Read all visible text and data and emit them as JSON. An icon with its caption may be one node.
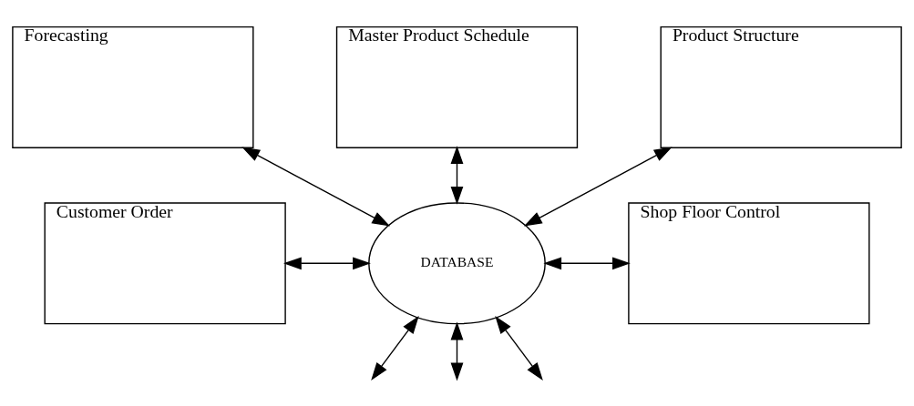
{
  "diagram": {
    "nodes": [
      {
        "text": [
          "Forecasting"
        ]
      },
      {
        "text": [
          "Master Product Schedule"
        ]
      },
      {
        "text": [
          "Product Structure"
        ]
      },
      {
        "text": [
          "Customer Order"
        ]
      },
      {
        "text": [
          "DATABASE"
        ]
      },
      {
        "text": [
          "Shop Floor Control"
        ]
      }
    ],
    "edges": [
      {
        "from": 4,
        "to": 0,
        "arrow": "both"
      },
      {
        "from": 4,
        "to": 1,
        "arrow": "both"
      },
      {
        "from": 4,
        "to": 2,
        "arrow": "both"
      },
      {
        "from": 4,
        "to": 3,
        "arrow": "both"
      },
      {
        "from": 4,
        "to": 5,
        "arrow": "both"
      },
      {
        "from": 4,
        "to": null,
        "arrow": "both"
      },
      {
        "from": 4,
        "to": null,
        "arrow": "both"
      },
      {
        "from": 4,
        "to": null,
        "arrow": "both"
      }
    ]
  }
}
